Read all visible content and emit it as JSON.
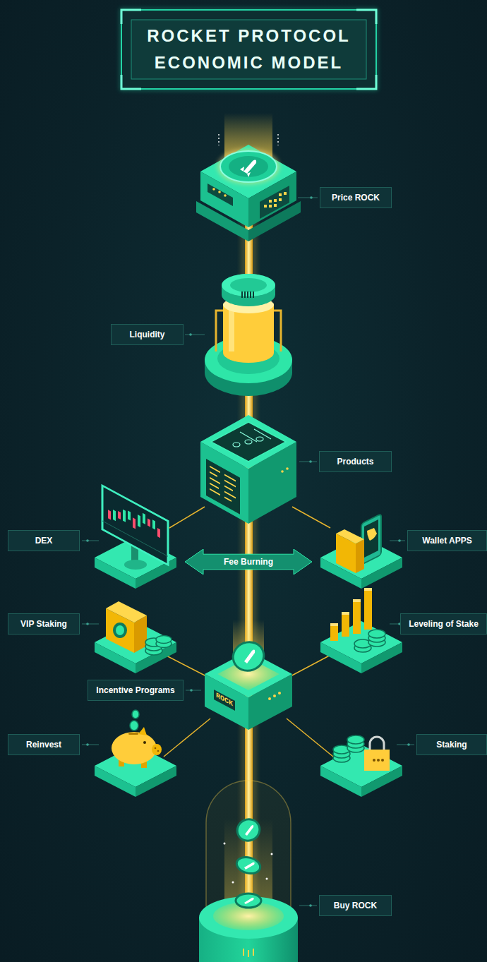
{
  "diagram": {
    "title": "ROCKET PROTOCOL ECONOMIC MODEL",
    "nodes": [
      {
        "text": [
          "Price ROCK"
        ]
      },
      {
        "text": [
          "Liquidity"
        ]
      },
      {
        "text": [
          "Products"
        ]
      },
      {
        "text": [
          "DEX"
        ]
      },
      {
        "text": [
          "Fee Burning"
        ]
      },
      {
        "text": [
          "Wallet APPS"
        ]
      },
      {
        "text": [
          "VIP Staking"
        ]
      },
      {
        "text": [
          "Leveling of Stake"
        ]
      },
      {
        "text": [
          "Incentive Programs"
        ]
      },
      {
        "text": [
          "Reinvest"
        ]
      },
      {
        "text": [
          "Staking"
        ]
      },
      {
        "text": [
          "Buy ROCK"
        ]
      }
    ],
    "labels": [
      "ROCK"
    ]
  }
}
